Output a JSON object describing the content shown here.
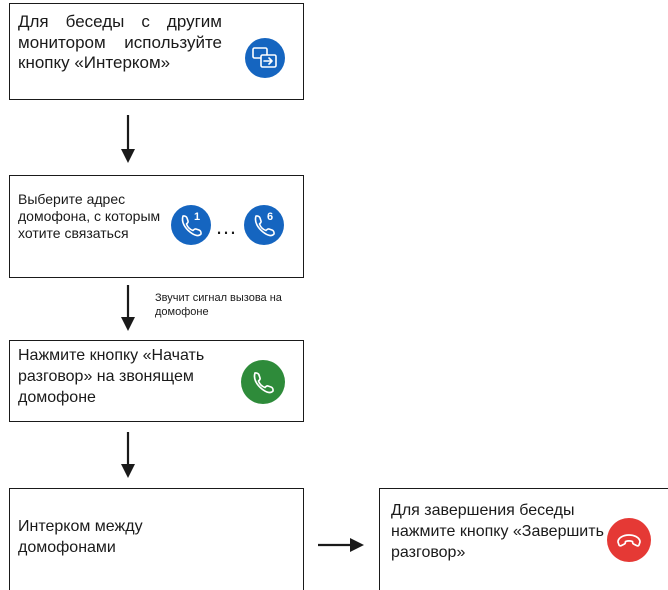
{
  "steps": {
    "intercom_text": "Для беседы с другим монитором используйте кнопку «Интерком»",
    "choose_text": "Выберите адрес домофона, с которым хотите связаться",
    "signal_note": "Звучит сигнал вызова на домофоне",
    "start_text": "Нажмите кнопку «Начать разговор» на звонящем домофоне",
    "intercom_between": "Интерком между домофонами",
    "end_text": "Для завершения беседы нажмите кнопку «Завершить разговор»"
  },
  "address_first": "1",
  "address_last": "6",
  "ellipsis": "…",
  "colors": {
    "blue": "#1565c0",
    "green": "#2e8b3a",
    "red": "#e53935"
  },
  "icons": {
    "intercom": "intercom-icon",
    "phone": "phone-icon",
    "hangup": "hangup-icon"
  }
}
